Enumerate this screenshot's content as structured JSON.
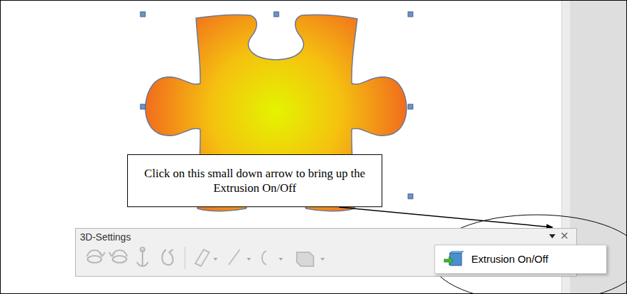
{
  "diagram": {
    "nodes": [
      {
        "text": [
          "Click on this small down arrow to bring up the Extrusion On/Off"
        ]
      },
      {
        "text": [
          "3D-Settings"
        ]
      },
      {
        "text": [
          "Extrusion On/Off"
        ]
      }
    ],
    "edges": [
      {
        "from": 0,
        "to": 1,
        "arrow": "to"
      }
    ]
  }
}
